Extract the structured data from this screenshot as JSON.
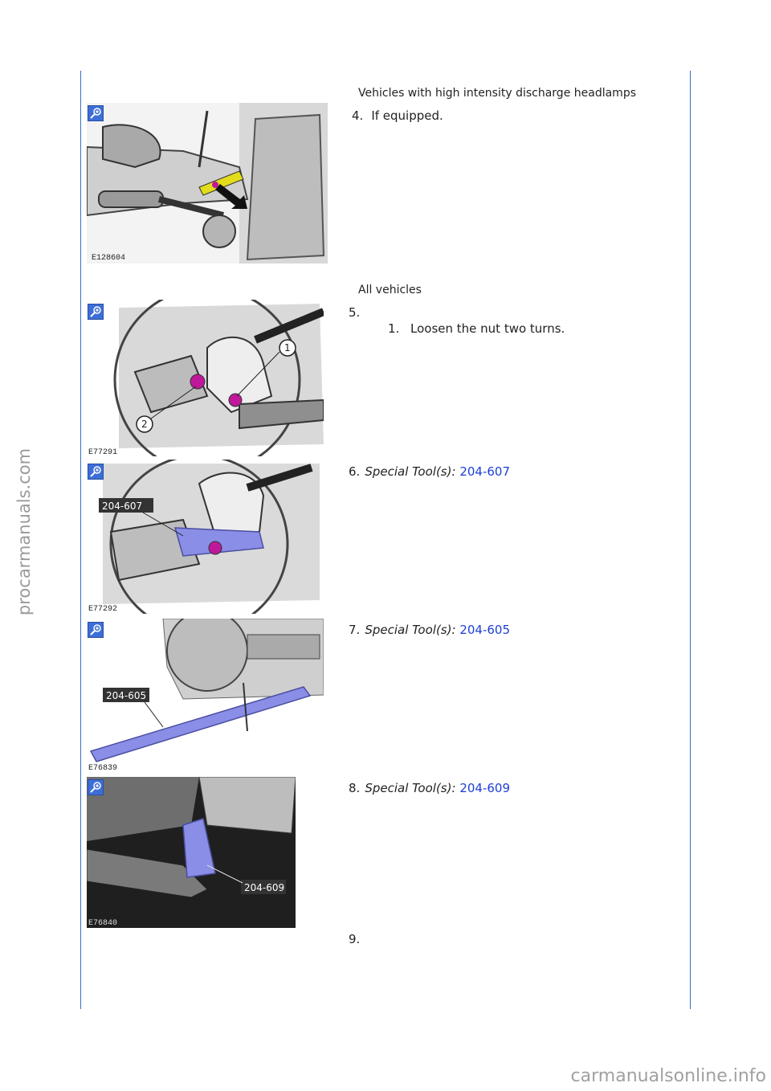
{
  "section_vehicles_hid": "Vehicles with high intensity discharge headlamps",
  "section_all": "All vehicles",
  "steps": [
    {
      "num": "4.",
      "text": "If equipped.",
      "image_code": "E128604"
    },
    {
      "num": "5.",
      "sub_num": "1.",
      "sub_text": "Loosen the nut two turns.",
      "image_code": "E77291",
      "callout_1": "1",
      "callout_2": "2"
    },
    {
      "num": "6.",
      "tool_label": "Special Tool(s):",
      "tool_ref": "204-607",
      "image_code": "E77292",
      "image_tag": "204-607"
    },
    {
      "num": "7.",
      "tool_label": "Special Tool(s):",
      "tool_ref": "204-605",
      "image_code": "E76839",
      "image_tag": "204-605"
    },
    {
      "num": "8.",
      "tool_label": "Special Tool(s):",
      "tool_ref": "204-609",
      "image_code": "E76840",
      "image_tag": "204-609"
    },
    {
      "num": "9."
    }
  ],
  "watermark_side": "procarmanuals.com",
  "watermark_bottom": "carmanualsonline.info",
  "colors": {
    "rule": "#3b6ec8",
    "link": "#1d3fd6",
    "zoom": "#3d6ed8",
    "yellow": "#e2dc1a",
    "magenta": "#c0189a",
    "tool": "#8a8ee6"
  },
  "icons": [
    "zoom-icon"
  ]
}
